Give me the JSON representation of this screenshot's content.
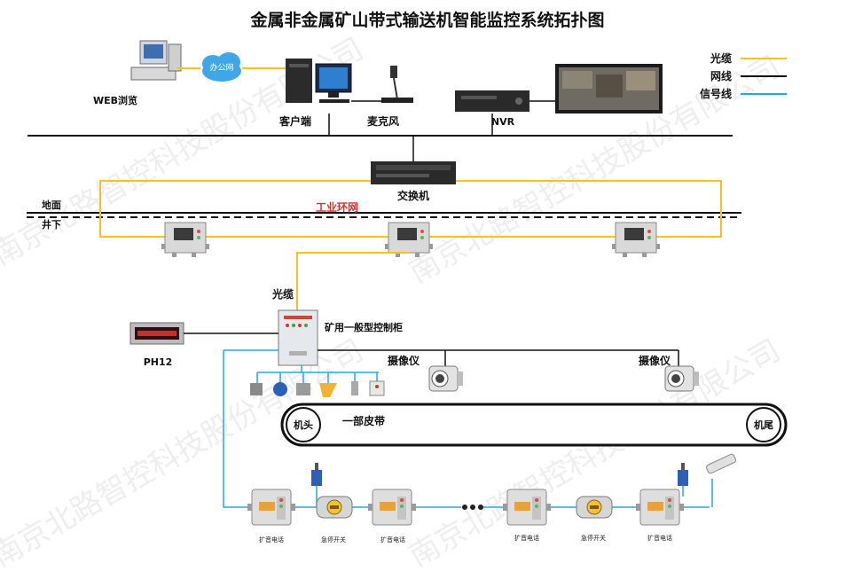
{
  "title": "金属非金属矿山带式输送机智能监控系统拓扑图",
  "legend": [
    {
      "label": "光缆",
      "color": "#f5c02e"
    },
    {
      "label": "网线",
      "color": "#111111"
    },
    {
      "label": "信号线",
      "color": "#2aa7d8"
    }
  ],
  "surface": {
    "web_label": "WEB浏览",
    "office_label": "办公网",
    "client_label": "客户端",
    "mic_label": "麦克风",
    "nvr_label": "NVR",
    "switch_label": "交换机"
  },
  "zones": {
    "ground": "地面",
    "underground": "井下",
    "ring": "工业环网"
  },
  "underground": {
    "fiber_label": "光缆",
    "cabinet_label": "矿用一般型控制柜",
    "ph12_label": "PH12",
    "camera_labels": [
      "摄像仪",
      "摄像仪"
    ],
    "belt_label": "一部皮带",
    "head_label": "机头",
    "tail_label": "机尾",
    "device_labels": [
      "扩音电话",
      "急停开关",
      "扩音电话",
      "扩音电话",
      "急停开关",
      "扩音电话"
    ]
  },
  "watermark": "南京北路智控科技股份有限公司"
}
